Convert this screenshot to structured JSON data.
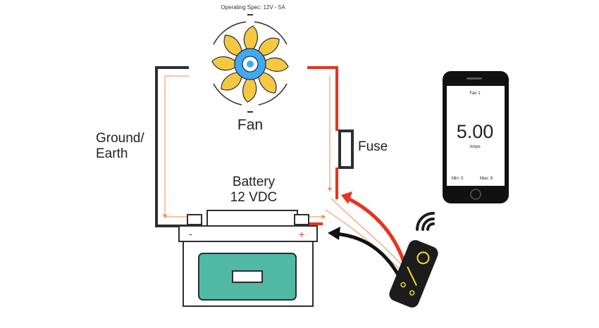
{
  "labels": {
    "spec": "Operating Spec: 12V - 5A",
    "fan": "Fan",
    "ground_line1": "Ground/",
    "ground_line2": "Earth",
    "fuse": "Fuse",
    "battery_line1": "Battery",
    "battery_line2": "12 VDC",
    "minus": "-",
    "plus": "+"
  },
  "phone": {
    "title": "Fan 1",
    "value": "5.00",
    "unit": "Amps",
    "min": "Min: 0",
    "max": "Max: 9"
  },
  "colors": {
    "ground_wire": "#2b2f33",
    "positive_wire": "#e8321e",
    "current_flow": "#f08a4b",
    "fan_blade": "#f5c842",
    "fan_hub": "#3fa9f5",
    "battery_window": "#4fb9a6",
    "sensor_body": "#1c1c1c",
    "sensor_accent": "#f2e21c"
  },
  "icons": {
    "fan": "fan-icon",
    "wifi": "wifi-signal-icon",
    "phone": "smartphone-icon",
    "sensor": "current-sensor-icon",
    "battery": "battery-icon"
  }
}
